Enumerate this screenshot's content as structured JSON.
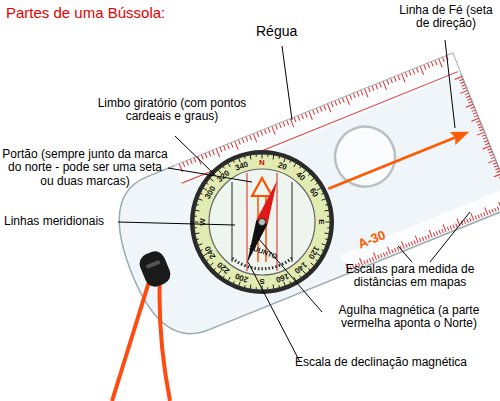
{
  "diagram": {
    "title": "Partes de uma Bússola:",
    "labels": [
      "Régua",
      "Linha de Fé (seta de direção)",
      "Limbo giratório (com pontos cardeais e graus)",
      "Portão (sempre junto da marca do norte - pode ser uma seta ou duas marcas)",
      "Linhas meridionais",
      "Escalas para medida de distâncias em mapas",
      "Agulha magnética (a parte vermelha aponta o Norte)",
      "Escala de declinação magnética",
      "SUUNTO",
      "A-30",
      "N",
      "20",
      "40",
      "60",
      "E",
      "120",
      "140",
      "160",
      "S",
      "200",
      "220",
      "240",
      "W",
      "300",
      "320",
      "340"
    ]
  }
}
